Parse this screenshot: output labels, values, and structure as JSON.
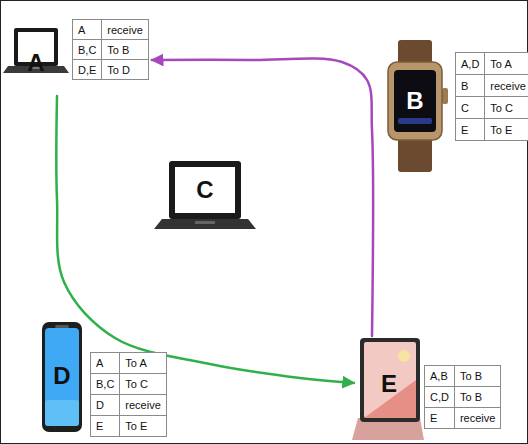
{
  "diagram": {
    "nodes": [
      {
        "text": [
          "A"
        ]
      },
      {
        "text": [
          "B"
        ]
      },
      {
        "text": [
          "C"
        ]
      },
      {
        "text": [
          "D"
        ]
      },
      {
        "text": [
          "E"
        ]
      }
    ],
    "edges": [
      {
        "from": 0,
        "to": 4,
        "arrow": "to"
      },
      {
        "from": 4,
        "to": 0,
        "arrow": "to"
      }
    ],
    "labels": [
      "A",
      "receive",
      "B,C",
      "To B",
      "D,E",
      "To D",
      "A,D",
      "To A",
      "B",
      "receive",
      "C",
      "To C",
      "E",
      "To E",
      "A",
      "To A",
      "B,C",
      "To C",
      "D",
      "receive",
      "E",
      "To E",
      "A,B",
      "To B",
      "C,D",
      "To B",
      "E",
      "receive"
    ]
  }
}
